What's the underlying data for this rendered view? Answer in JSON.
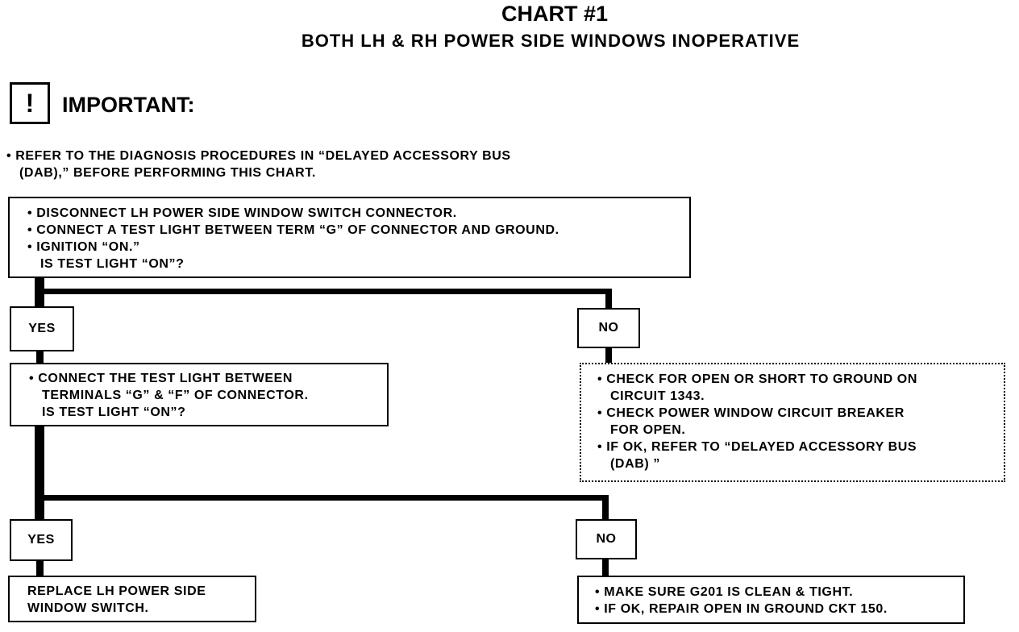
{
  "header": {
    "title": "CHART #1",
    "subtitle": "BOTH LH & RH POWER SIDE WINDOWS INOPERATIVE"
  },
  "important": {
    "label": "IMPORTANT:",
    "icon_glyph": "!",
    "note_line1": "• REFER TO THE DIAGNOSIS PROCEDURES IN “DELAYED ACCESSORY BUS",
    "note_line2": "(DAB),” BEFORE PERFORMING THIS CHART."
  },
  "step1": {
    "lines": [
      "• DISCONNECT LH POWER SIDE WINDOW SWITCH CONNECTOR.",
      "• CONNECT A TEST LIGHT BETWEEN TERM “G” OF CONNECTOR AND GROUND.",
      "• IGNITION “ON.”",
      "IS TEST LIGHT “ON”?"
    ]
  },
  "branch1": {
    "yes": "YES",
    "no": "NO"
  },
  "step2": {
    "lines": [
      "• CONNECT THE TEST LIGHT BETWEEN",
      "TERMINALS “G” & “F” OF CONNECTOR.",
      "IS TEST LIGHT “ON”?"
    ]
  },
  "no1_result": {
    "lines": [
      "• CHECK FOR OPEN OR SHORT TO GROUND ON",
      "CIRCUIT 1343.",
      "• CHECK POWER WINDOW CIRCUIT BREAKER",
      "FOR OPEN.",
      "• IF OK, REFER TO “DELAYED ACCESSORY BUS",
      "(DAB) ”"
    ]
  },
  "branch2": {
    "yes": "YES",
    "no": "NO"
  },
  "yes2_result": {
    "lines": [
      "REPLACE LH POWER SIDE",
      "WINDOW SWITCH."
    ]
  },
  "no2_result": {
    "lines": [
      "• MAKE SURE G201 IS CLEAN & TIGHT.",
      "• IF OK, REPAIR OPEN IN GROUND CKT 150."
    ]
  }
}
